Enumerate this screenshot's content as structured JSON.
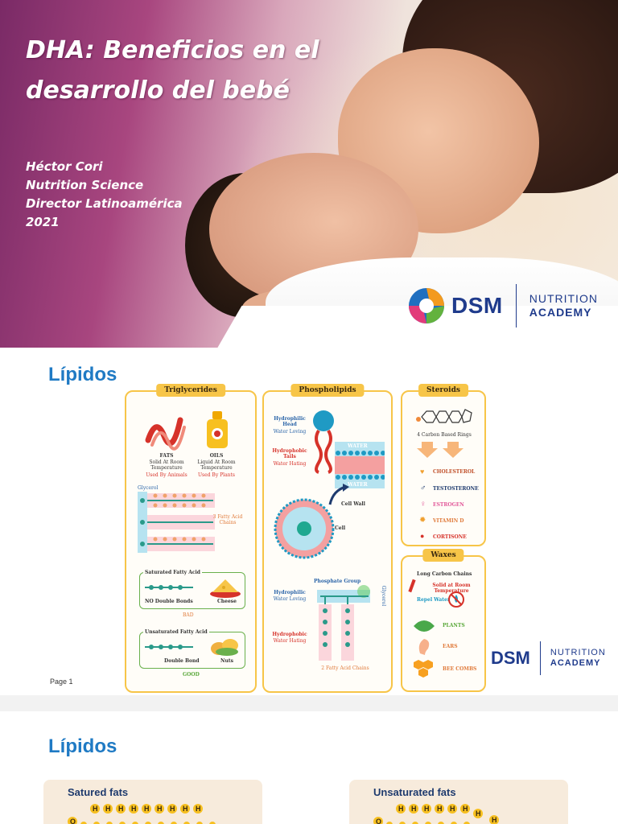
{
  "slide1": {
    "title": "DHA: Beneficios en  el desarrollo del bebé",
    "author_name": "Héctor Cori",
    "author_role1": "Nutrition Science",
    "author_role2": "Director Latinoamérica",
    "year": "2021",
    "logo_brand": "DSM",
    "logo_line1": "NUTRITION",
    "logo_line2": "ACADEMY"
  },
  "slide2": {
    "heading": "Lípidos",
    "page_label": "Page 1",
    "logo_brand": "DSM",
    "logo_line1": "NUTRITION",
    "logo_line2": "ACADEMY",
    "triglycerides": {
      "tag": "Triglycerides",
      "fats": "FATS",
      "fats_desc": "Solid At Room Temperature",
      "fats_src": "Used By Animals",
      "oils": "OILS",
      "oils_desc": "Liquid At Room Temperature",
      "oils_src": "Used By Plants",
      "glycerol": "Glycerol",
      "fatty_acid_chains": "3 Fatty Acid Chains",
      "saturated_title": "Saturated Fatty Acid",
      "no_double_bonds": "NO Double Bonds",
      "cheese": "Cheese",
      "bad": "BAD",
      "unsaturated_title": "Unsaturated Fatty Acid",
      "double_bond": "Double Bond",
      "nuts": "Nuts",
      "good": "GOOD"
    },
    "phospholipids": {
      "tag": "Phospholipids",
      "head": "Hydrophilic Head",
      "head_sub": "Water Loving",
      "tails": "Hydrophobic Tails",
      "tails_sub": "Water Hating",
      "water_top": "WATER",
      "water_bottom": "WATER",
      "cell_wall": "Cell Wall",
      "cell": "Cell",
      "phosphate_group": "Phosphate Group",
      "glycerol": "Glycerol",
      "hydrophilic": "Hydrophilic",
      "hydrophilic_sub": "Water Loving",
      "hydrophobic": "Hydrophobic",
      "hydrophobic_sub": "Water Hating",
      "chains": "2 Fatty Acid Chains"
    },
    "steroids": {
      "tag": "Steroids",
      "rings": "4 Carbon Based Rings",
      "items": [
        "CHOLESTEROL",
        "TESTOSTERONE",
        "ESTROGEN",
        "VITAMIN D",
        "CORTISONE"
      ]
    },
    "waxes": {
      "tag": "Waxes",
      "chains": "Long Carbon Chains",
      "solid": "Solid at Room Temperature",
      "repel": "Repel Water",
      "items": [
        "PLANTS",
        "EARS",
        "BEE COMBS"
      ]
    }
  },
  "slide3": {
    "heading": "Lípidos",
    "saturated": "Satured fats",
    "unsaturated": "Unsaturated fats"
  },
  "colors": {
    "accent_blue": "#1f7ac4",
    "dsm_blue": "#1f3b8c",
    "panel_yellow": "#f7c548"
  }
}
